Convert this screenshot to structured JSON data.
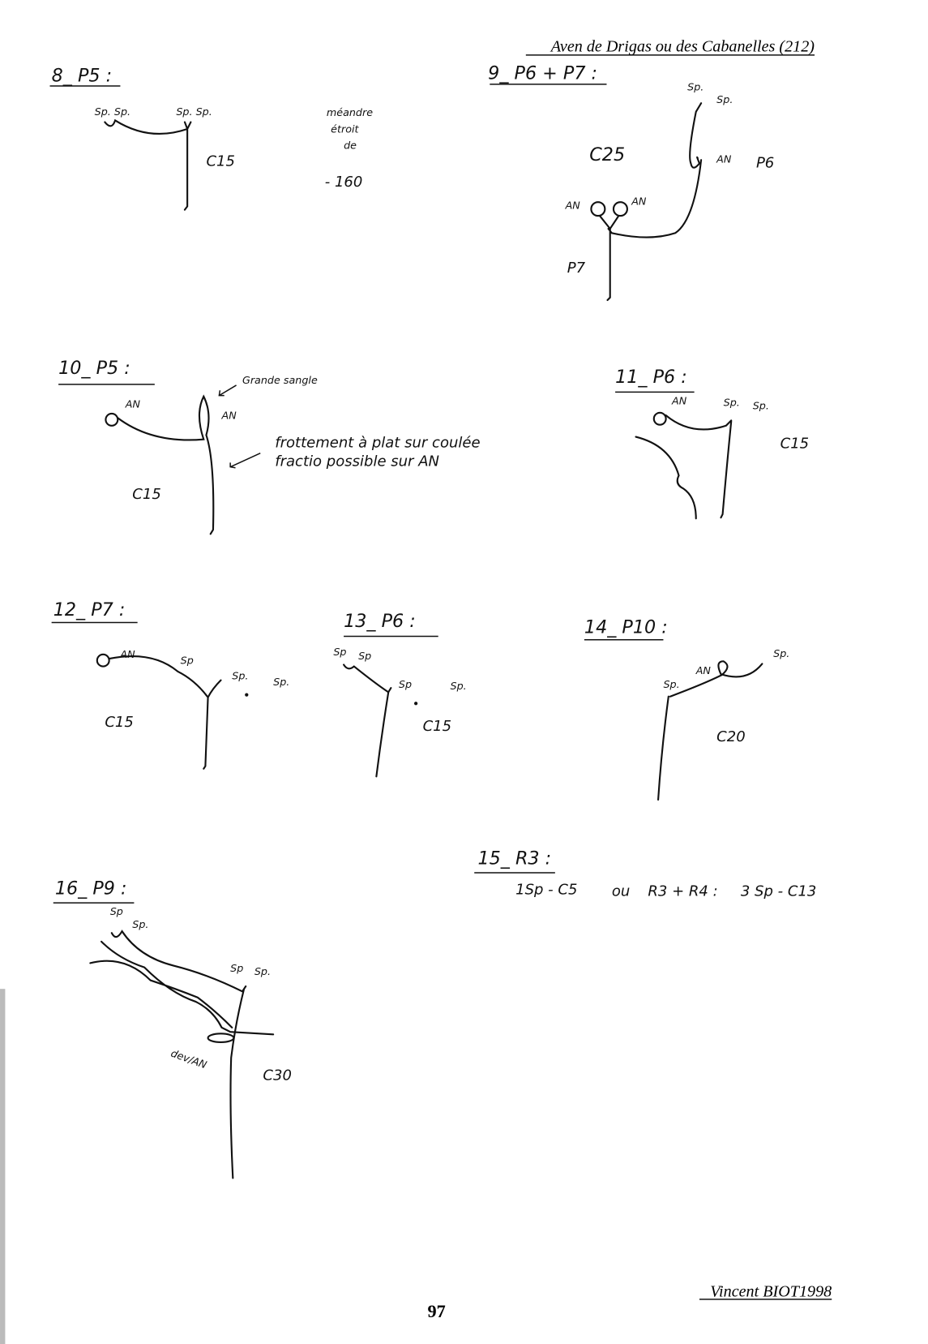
{
  "header": {
    "title": "Aven de Drigas ou des Cabanelles (212)"
  },
  "footer": {
    "author": "Vincent BIOT1998",
    "page_number": "97"
  },
  "sections": [
    {
      "heading": "8_ P5 :",
      "labels": [
        "Sp. Sp.",
        "Sp. Sp.",
        "C15"
      ],
      "note": [
        "méandre",
        "étroit",
        "de",
        "- 160"
      ]
    },
    {
      "heading": "9_ P6 + P7 :",
      "labels": [
        "Sp.",
        "Sp.",
        "C25",
        "AN",
        "P6",
        "AN",
        "AN",
        "P7"
      ]
    },
    {
      "heading": "10_ P5 :",
      "labels": [
        "AN",
        "AN",
        "Grande sangle",
        "C15"
      ],
      "note": [
        "frottement à plat sur coulée",
        "fractio possible sur AN"
      ]
    },
    {
      "heading": "11_ P6 :",
      "labels": [
        "AN",
        "Sp.",
        "Sp.",
        "C15"
      ]
    },
    {
      "heading": "12_ P7 :",
      "labels": [
        "AN",
        "Sp",
        "Sp.",
        "Sp.",
        "C15"
      ]
    },
    {
      "heading": "13_ P6 :",
      "labels": [
        "Sp",
        "Sp",
        "Sp",
        "Sp.",
        "C15"
      ]
    },
    {
      "heading": "14_ P10 :",
      "labels": [
        "Sp.",
        "AN",
        "Sp.",
        "C20"
      ]
    },
    {
      "heading": "15_ R3 :",
      "text": [
        "1Sp - C5",
        "ou",
        "R3 + R4 :",
        "3 Sp - C13"
      ]
    },
    {
      "heading": "16_ P9 :",
      "labels": [
        "Sp",
        "Sp.",
        "Sp",
        "Sp.",
        "dev/AN",
        "C30"
      ]
    }
  ]
}
